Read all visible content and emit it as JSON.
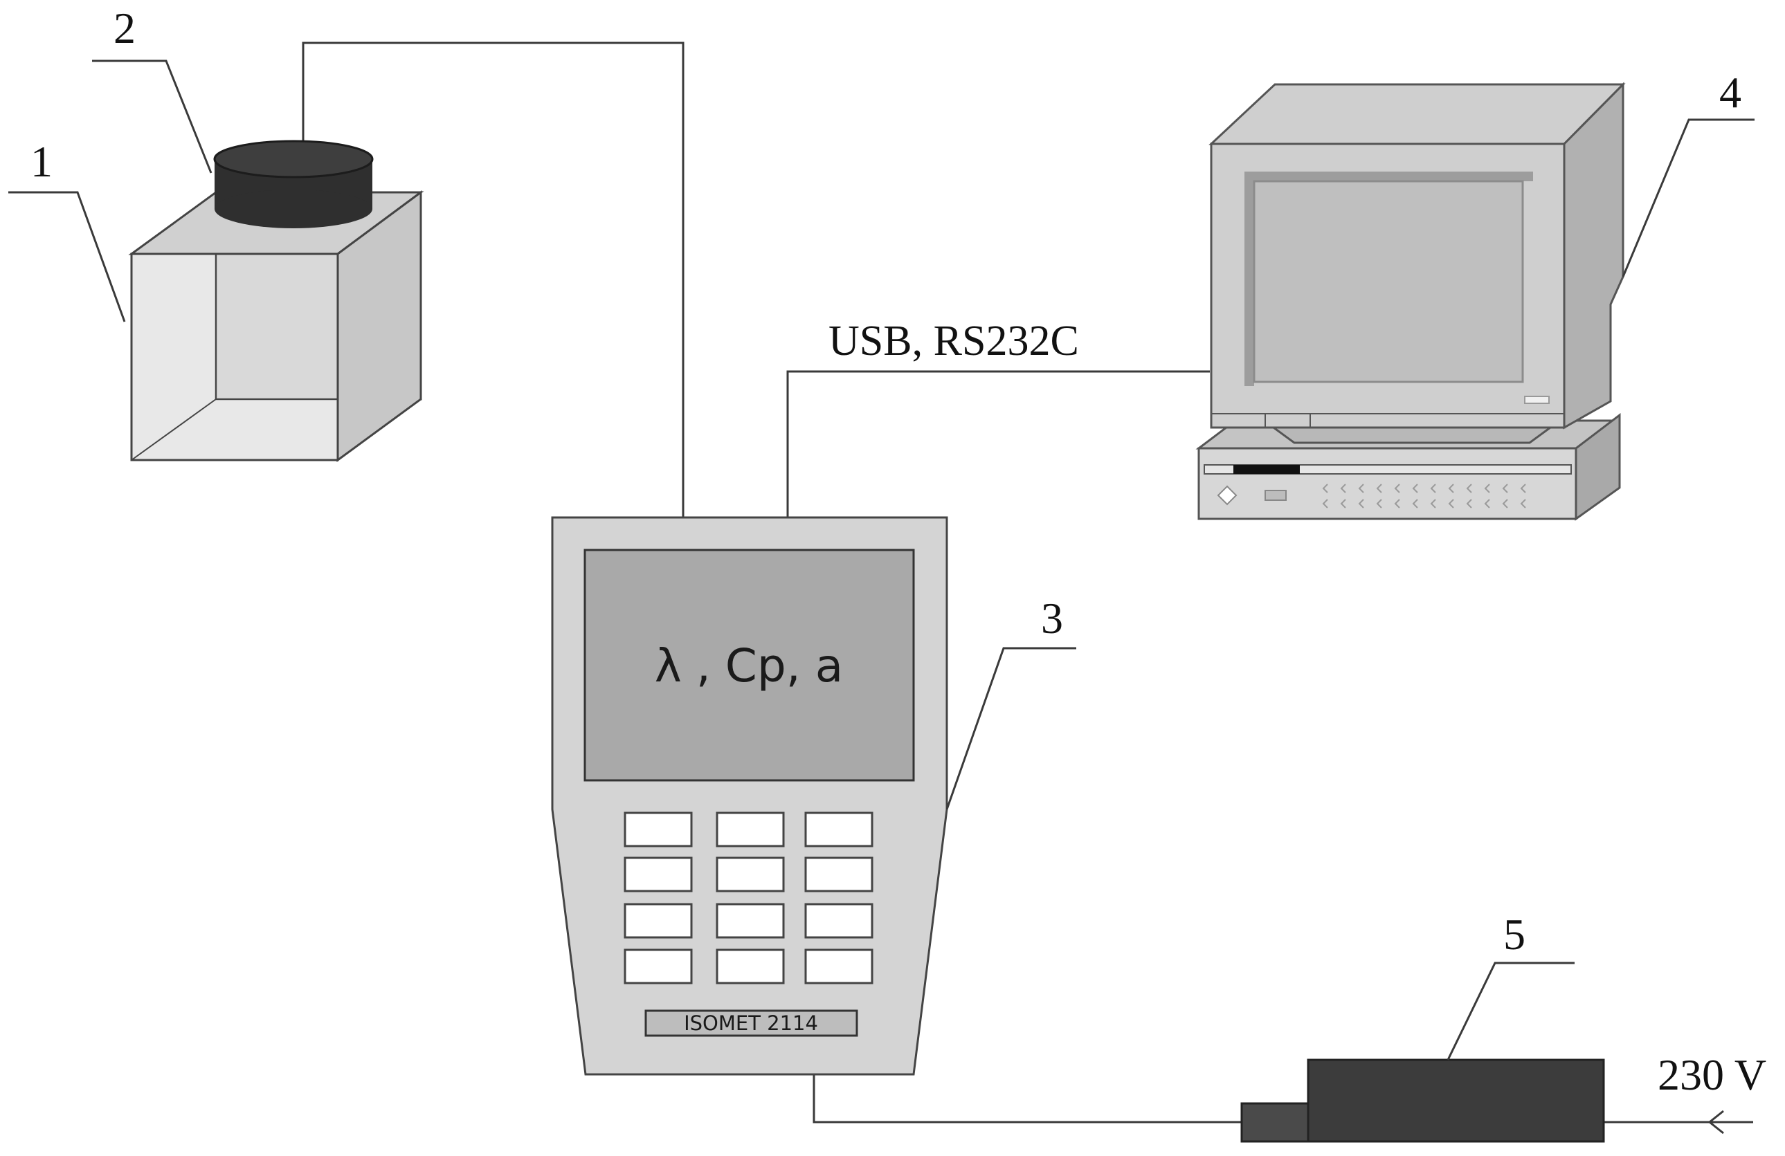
{
  "callouts": {
    "sample": "1",
    "probe": "2",
    "meter": "3",
    "computer": "4",
    "power_adapter": "5"
  },
  "connection_label": "USB, RS232C",
  "meter": {
    "display_text": "λ , Cp, a",
    "model_label": "ISOMET 2114"
  },
  "power_label": "230 V",
  "colors": {
    "line": "#3a3a3a",
    "light_gray": "#d4d4d4",
    "mid_gray": "#a9a9a9",
    "dark_gray": "#3c3c3c",
    "probe": "#2f2f2f"
  }
}
